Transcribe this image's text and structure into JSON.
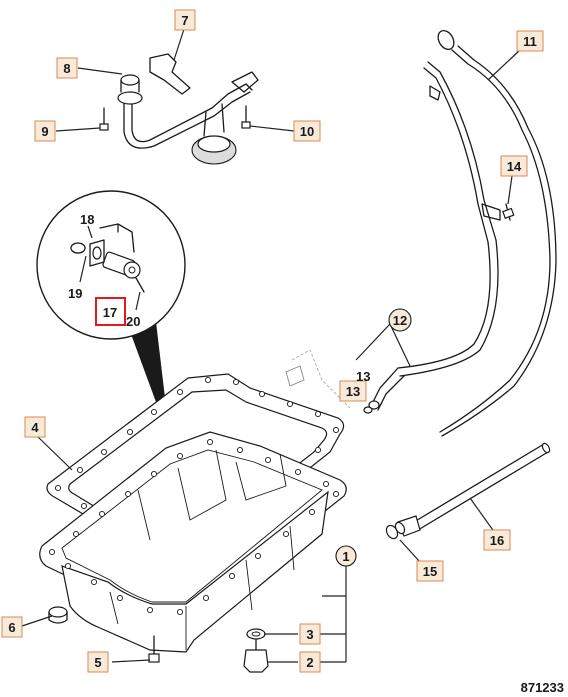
{
  "labels": {
    "l1": "1",
    "l2": "2",
    "l3": "3",
    "l4": "4",
    "l5": "5",
    "l6": "6",
    "l7": "7",
    "l8": "8",
    "l9": "9",
    "l10": "10",
    "l11": "11",
    "l12": "12",
    "l13a": "13",
    "l13b": "13",
    "l14": "14",
    "l15": "15",
    "l16": "16",
    "l17": "17",
    "l18": "18",
    "l19": "19",
    "l20": "20"
  },
  "reference_number": "871233",
  "colors": {
    "label_fill": "#f7ead9",
    "label_border": "#d98a55",
    "highlight": "#e31a1a",
    "line": "#1a1a1a"
  }
}
